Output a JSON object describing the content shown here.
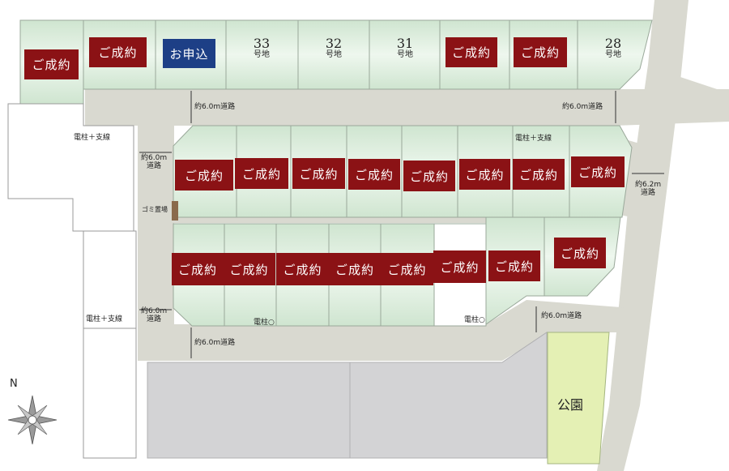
{
  "status": {
    "sold": "ご成約",
    "applied": "お申込"
  },
  "lots": {
    "n33": "33",
    "n32": "32",
    "n31": "31",
    "n28": "28",
    "suffix": "号地"
  },
  "roads": {
    "road_6m": "約6.0m道路",
    "road_6m_line1": "約6.0m",
    "road_6m_line2": "道路",
    "road_62_line1": "約6.2m",
    "road_62_line2": "道路"
  },
  "facilities": {
    "pole_wire": "電柱＋支線",
    "pole": "電柱○",
    "pole_right": "電柱○",
    "garbage": "ゴミ置場",
    "park": "公園"
  },
  "compass": {
    "north": "N"
  },
  "colors": {
    "lot_fill": "#dceedd",
    "road": "#d9d9d0",
    "sold": "#8b1215",
    "applied": "#1d3f86",
    "park": "#e4f0b4",
    "parking": "#d3d3d5"
  }
}
